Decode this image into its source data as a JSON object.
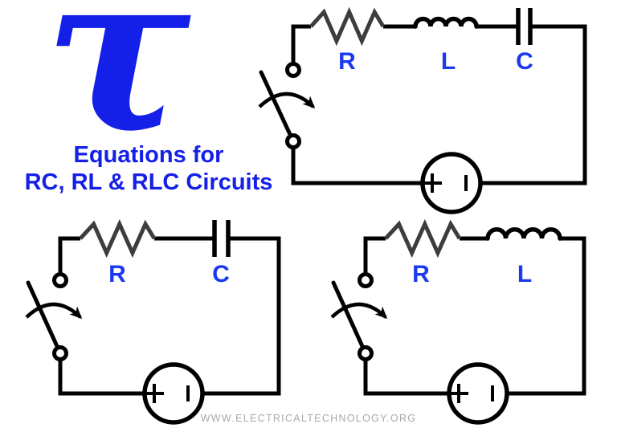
{
  "header": {
    "tau_symbol": "τ",
    "title_line1": "Equations for",
    "title_line2": "RC, RL & RLC Circuits"
  },
  "footer": {
    "watermark": "WWW.ELECTRICALTECHNOLOGY.ORG"
  },
  "colors": {
    "background": "#ffffff",
    "accent_blue": "#1420e8",
    "label_blue": "#1b3af0",
    "wire_black": "#000000",
    "resistor_gray": "#3d3d3d",
    "watermark_gray": "#a9a9a9"
  },
  "circuits": [
    {
      "id": "rlc",
      "name": "RLC series circuit",
      "switch_state": "open",
      "source_positive": "+",
      "source_negative": "−",
      "components": [
        {
          "type": "resistor",
          "label": "R"
        },
        {
          "type": "inductor",
          "label": "L"
        },
        {
          "type": "capacitor",
          "label": "C"
        }
      ]
    },
    {
      "id": "rc",
      "name": "RC series circuit",
      "switch_state": "open",
      "source_positive": "+",
      "source_negative": "−",
      "components": [
        {
          "type": "resistor",
          "label": "R"
        },
        {
          "type": "capacitor",
          "label": "C"
        }
      ]
    },
    {
      "id": "rl",
      "name": "RL series circuit",
      "switch_state": "open",
      "source_positive": "+",
      "source_negative": "−",
      "components": [
        {
          "type": "resistor",
          "label": "R"
        },
        {
          "type": "inductor",
          "label": "L"
        }
      ]
    }
  ]
}
